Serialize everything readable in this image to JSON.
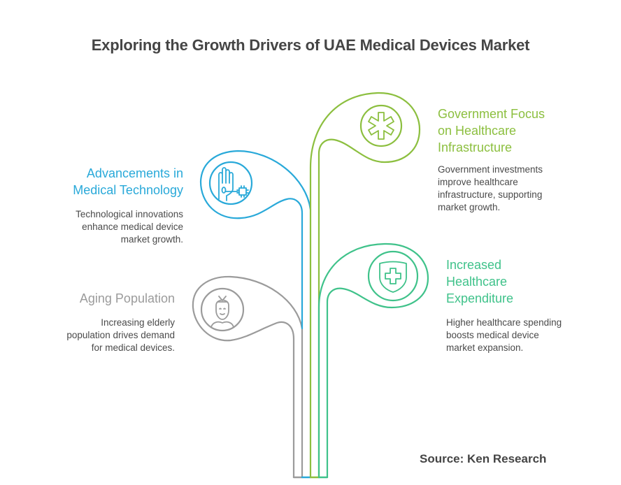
{
  "title": "Exploring the Growth Drivers of UAE Medical Devices Market",
  "source": "Source: Ken Research",
  "colors": {
    "aging": "#9b9b9b",
    "technology": "#29a9d9",
    "government": "#8cbf3f",
    "expenditure": "#3fc28a",
    "text": "#4a4a4a"
  },
  "drivers": [
    {
      "id": "aging",
      "heading": "Aging Population",
      "description_lines": [
        "Increasing elderly",
        "population drives demand",
        "for medical devices."
      ],
      "icon": "elderly-person-icon"
    },
    {
      "id": "technology",
      "heading_lines": [
        "Advancements in",
        "Medical Technology"
      ],
      "description_lines": [
        "Technological innovations",
        "enhance medical device",
        "market growth."
      ],
      "icon": "hand-chip-icon"
    },
    {
      "id": "government",
      "heading_lines": [
        "Government Focus",
        "on Healthcare",
        "Infrastructure"
      ],
      "description_lines": [
        "Government investments",
        "improve healthcare",
        "infrastructure, supporting",
        "market growth."
      ],
      "icon": "medical-asterisk-icon"
    },
    {
      "id": "expenditure",
      "heading_lines": [
        "Increased",
        "Healthcare",
        "Expenditure"
      ],
      "description_lines": [
        "Higher healthcare spending",
        "boosts medical device",
        "market expansion."
      ],
      "icon": "shield-cross-icon"
    }
  ]
}
